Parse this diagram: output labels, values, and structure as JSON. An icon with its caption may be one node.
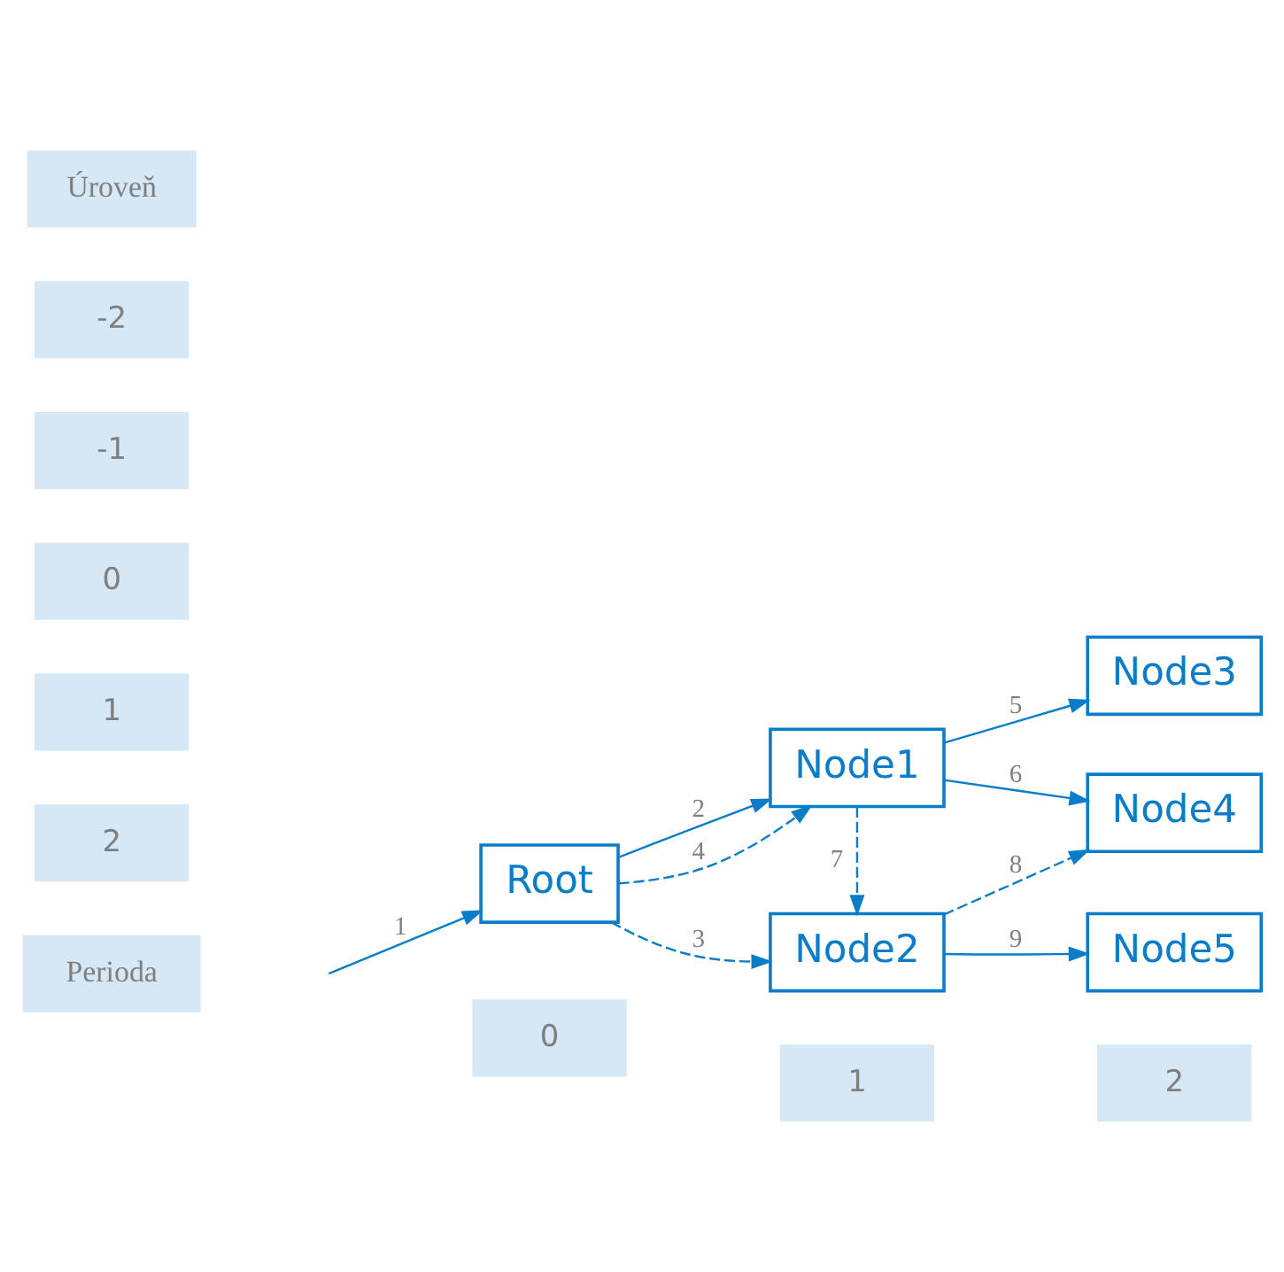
{
  "diagram": {
    "nodes": [
      {
        "text": [
          "Root"
        ]
      },
      {
        "text": [
          "Node1"
        ]
      },
      {
        "text": [
          "Node2"
        ]
      },
      {
        "text": [
          "Node3"
        ]
      },
      {
        "text": [
          "Node4"
        ]
      },
      {
        "text": [
          "Node5"
        ]
      }
    ],
    "edges": [
      {
        "from": null,
        "to": 0,
        "arrow": "to",
        "label": "1"
      },
      {
        "from": 0,
        "to": 1,
        "arrow": "to",
        "label": "2"
      },
      {
        "from": 0,
        "to": 2,
        "arrow": "to",
        "label": "3",
        "style": "dashed"
      },
      {
        "from": 0,
        "to": 1,
        "arrow": "to",
        "label": "4",
        "style": "dashed"
      },
      {
        "from": 1,
        "to": 3,
        "arrow": "to",
        "label": "5"
      },
      {
        "from": 1,
        "to": 4,
        "arrow": "to",
        "label": "6"
      },
      {
        "from": 1,
        "to": 2,
        "arrow": "to",
        "label": "7",
        "style": "dashed"
      },
      {
        "from": 2,
        "to": 4,
        "arrow": "to",
        "label": "8",
        "style": "dashed"
      },
      {
        "from": 2,
        "to": 5,
        "arrow": "to",
        "label": "9"
      }
    ],
    "labels": [
      "Perioda",
      "0",
      "1",
      "2",
      "2",
      "1",
      "0",
      "-1",
      "-2",
      "Úroveň"
    ]
  }
}
